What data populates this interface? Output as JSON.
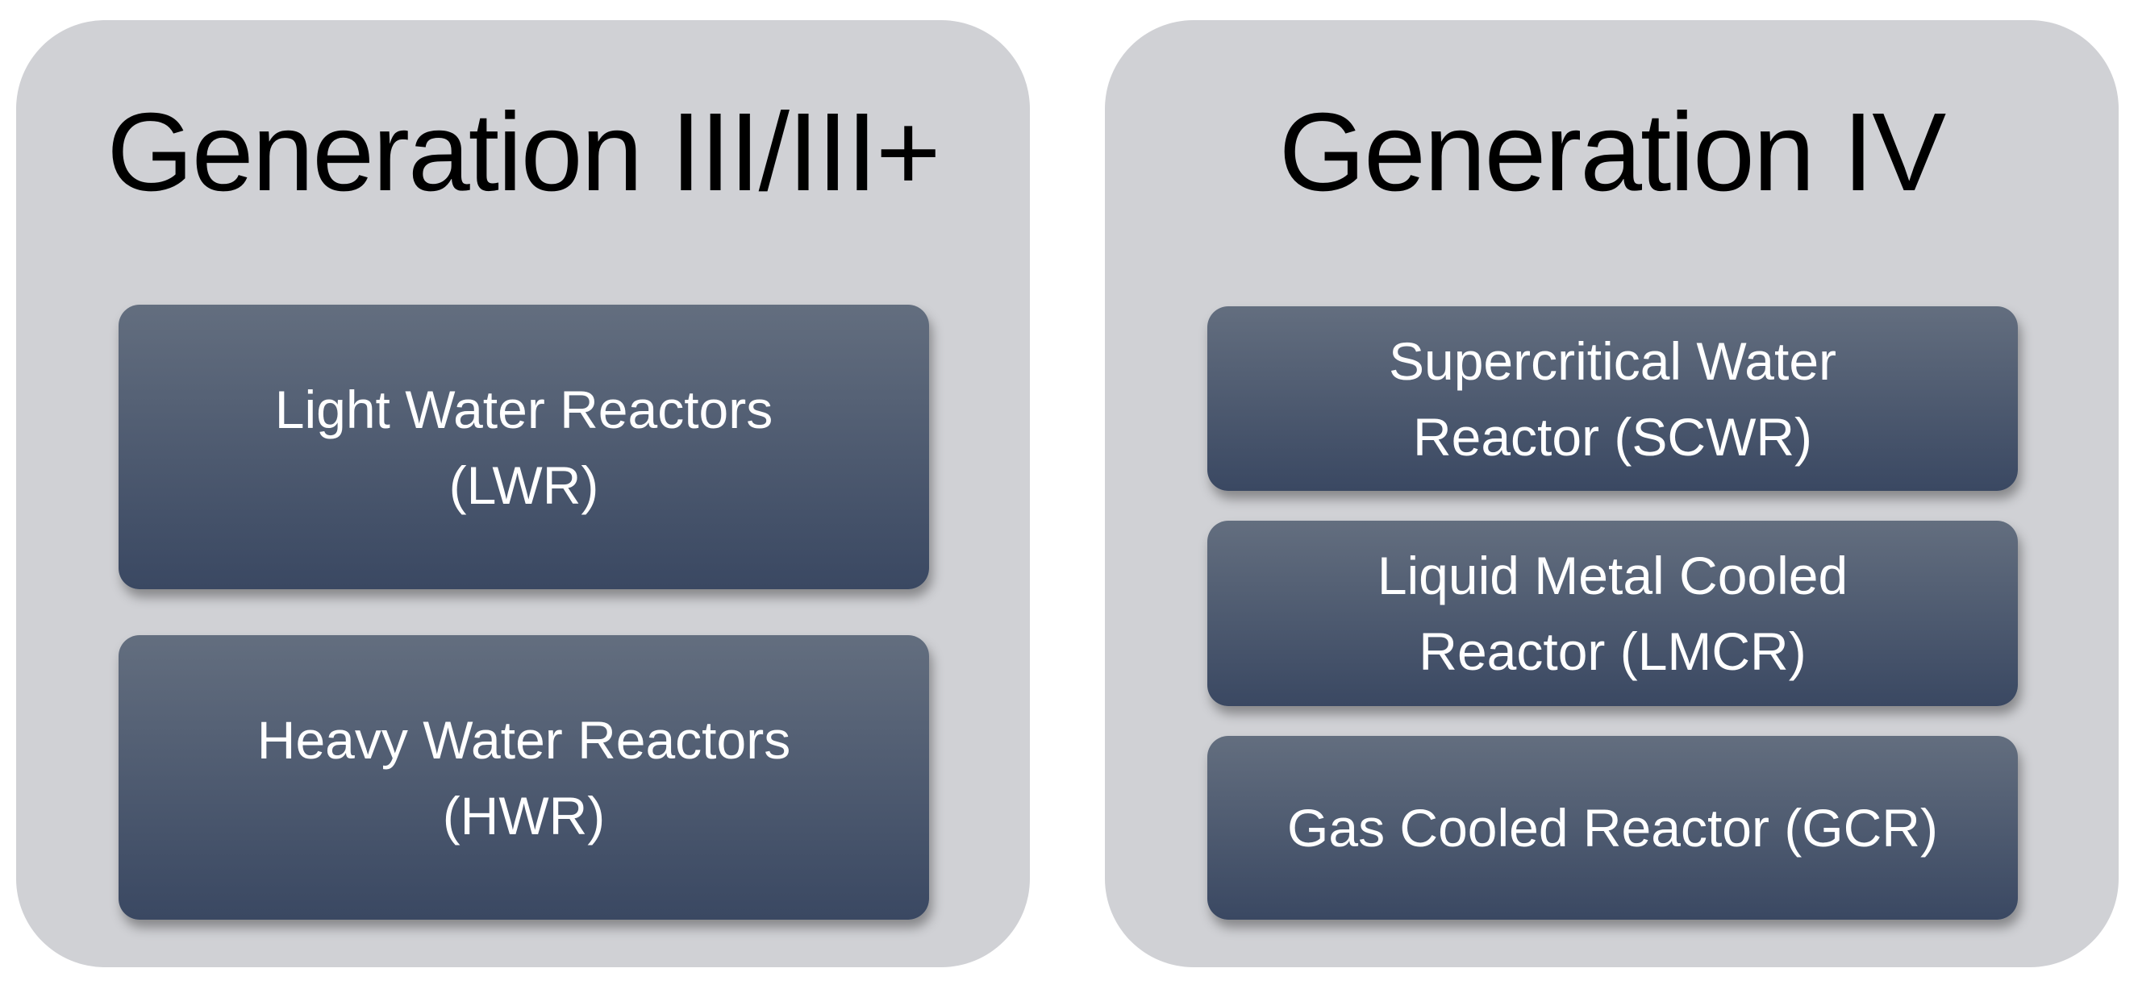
{
  "panels": [
    {
      "title": "Generation III/III+",
      "items": [
        {
          "line1": "Light Water Reactors",
          "line2": "(LWR)"
        },
        {
          "line1": "Heavy Water Reactors",
          "line2": "(HWR)"
        }
      ]
    },
    {
      "title": "Generation IV",
      "items": [
        {
          "line1": "Supercritical Water",
          "line2": "Reactor (SCWR)"
        },
        {
          "line1": "Liquid Metal Cooled",
          "line2": "Reactor (LMCR)"
        },
        {
          "line1": "Gas Cooled Reactor (GCR)",
          "line2": ""
        }
      ]
    }
  ],
  "colors": {
    "panel": "#d0d1d5",
    "box_top": "#636e7f",
    "box_bottom": "#3a4862",
    "box_text": "#ffffff"
  }
}
